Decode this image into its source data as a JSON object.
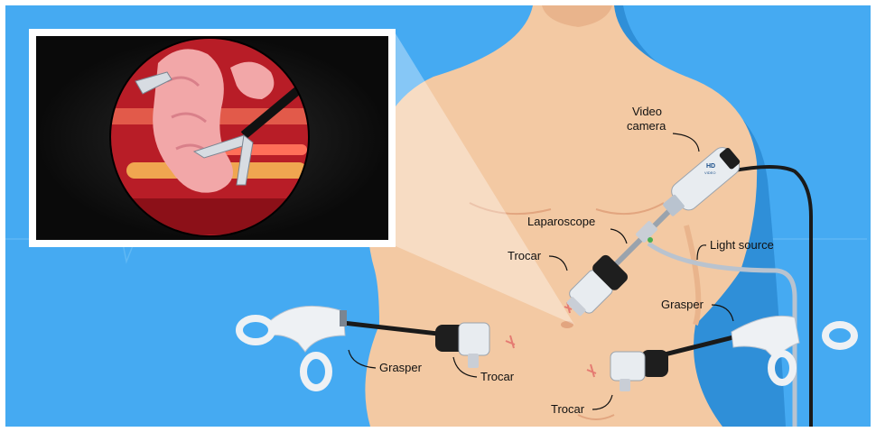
{
  "labels": {
    "video_camera_line1": "Video",
    "video_camera_line2": "camera",
    "laparoscope": "Laparoscope",
    "light_source": "Light source",
    "trocar_upper": "Trocar",
    "grasper_right": "Grasper",
    "grasper_left": "Grasper",
    "trocar_left": "Trocar",
    "trocar_bottom": "Trocar"
  },
  "camera_badge": {
    "line1": "HD",
    "line2": "VIDEO"
  },
  "colors": {
    "background": "#45aaf2",
    "background_shadow": "#2f8fd8",
    "skin": "#f3c9a3",
    "skin_shade": "#e9b48c",
    "inset_frame": "#ffffff",
    "inset_dark": "#111111",
    "tissue_red": "#c8232c",
    "bowel_pink": "#f2a7a8",
    "metal": "#c9ced6",
    "trocar_black": "#1e1e1e",
    "cable": "#1a1a1a"
  }
}
